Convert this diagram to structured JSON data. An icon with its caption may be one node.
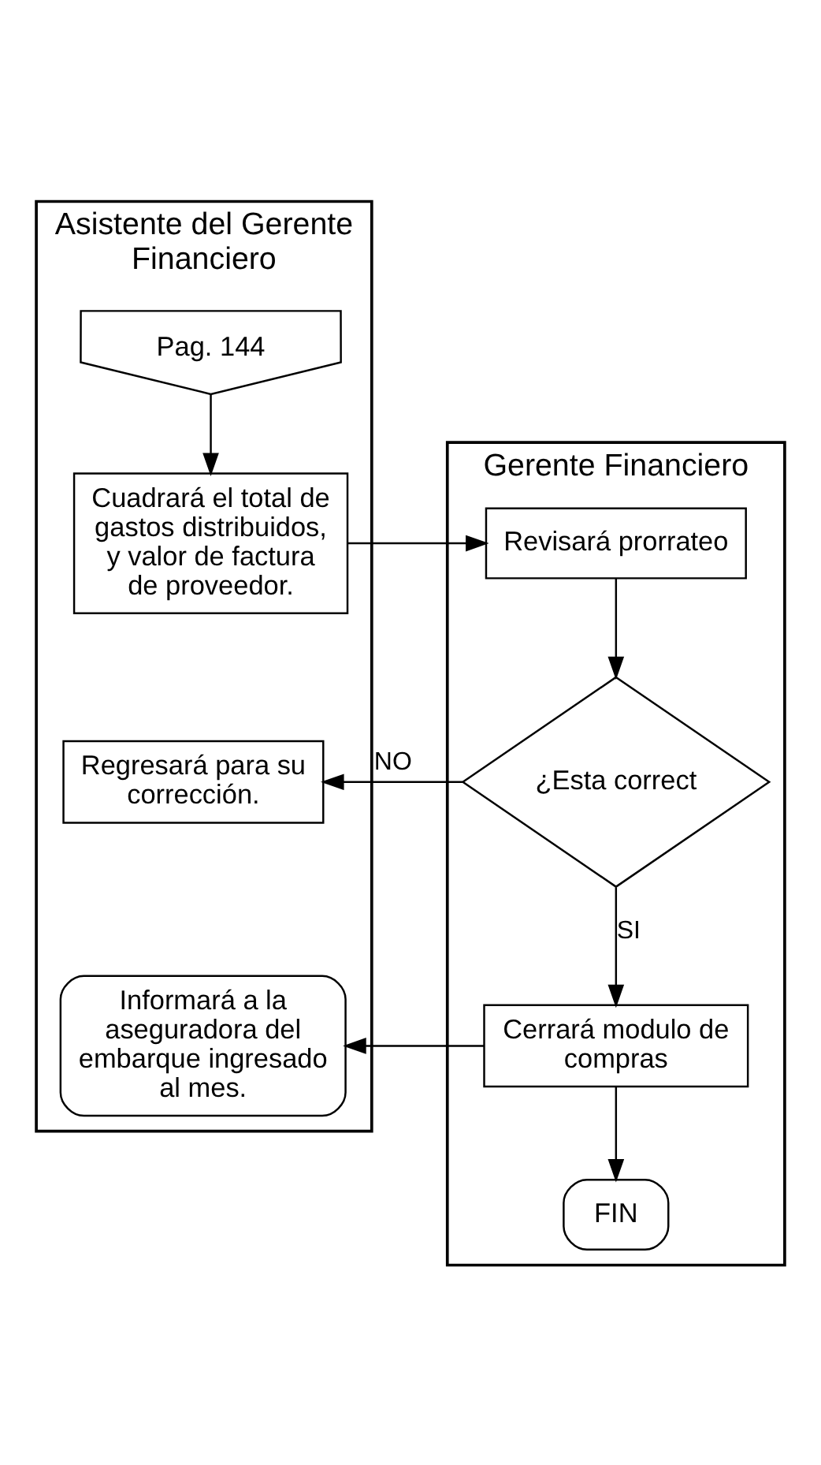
{
  "diagram": {
    "nodes": [
      {
        "text": [
          "Asistente del Gerente Financiero"
        ]
      },
      {
        "text": [
          "Gerente Financiero"
        ]
      },
      {
        "text": [
          "Pag. 144"
        ],
        "in": 0
      },
      {
        "text": [
          "Cuadrará el total de gastos distribuidos, y valor de factura de proveedor."
        ],
        "in": 0
      },
      {
        "text": [
          "Revisará prorrateo"
        ],
        "in": 1
      },
      {
        "text": [
          "¿Esta correct"
        ],
        "in": 1
      },
      {
        "text": [
          "Regresará para su corrección."
        ],
        "in": 0
      },
      {
        "text": [
          "Informará a la aseguradora del embarque ingresado al mes."
        ],
        "in": 0
      },
      {
        "text": [
          "Cerrará modulo de compras"
        ],
        "in": 1
      },
      {
        "text": [
          "FIN"
        ],
        "in": 1
      }
    ],
    "edges": [
      {
        "from": 2,
        "to": 3,
        "arrow": "to"
      },
      {
        "from": 3,
        "to": 4,
        "arrow": "to"
      },
      {
        "from": 4,
        "to": 5,
        "arrow": "to"
      },
      {
        "from": 5,
        "to": 6,
        "arrow": "to",
        "label": "NO"
      },
      {
        "from": 5,
        "to": 8,
        "arrow": "to",
        "label": "SI"
      },
      {
        "from": 8,
        "to": 7,
        "arrow": "to"
      },
      {
        "from": 8,
        "to": 9,
        "arrow": "to"
      }
    ]
  }
}
